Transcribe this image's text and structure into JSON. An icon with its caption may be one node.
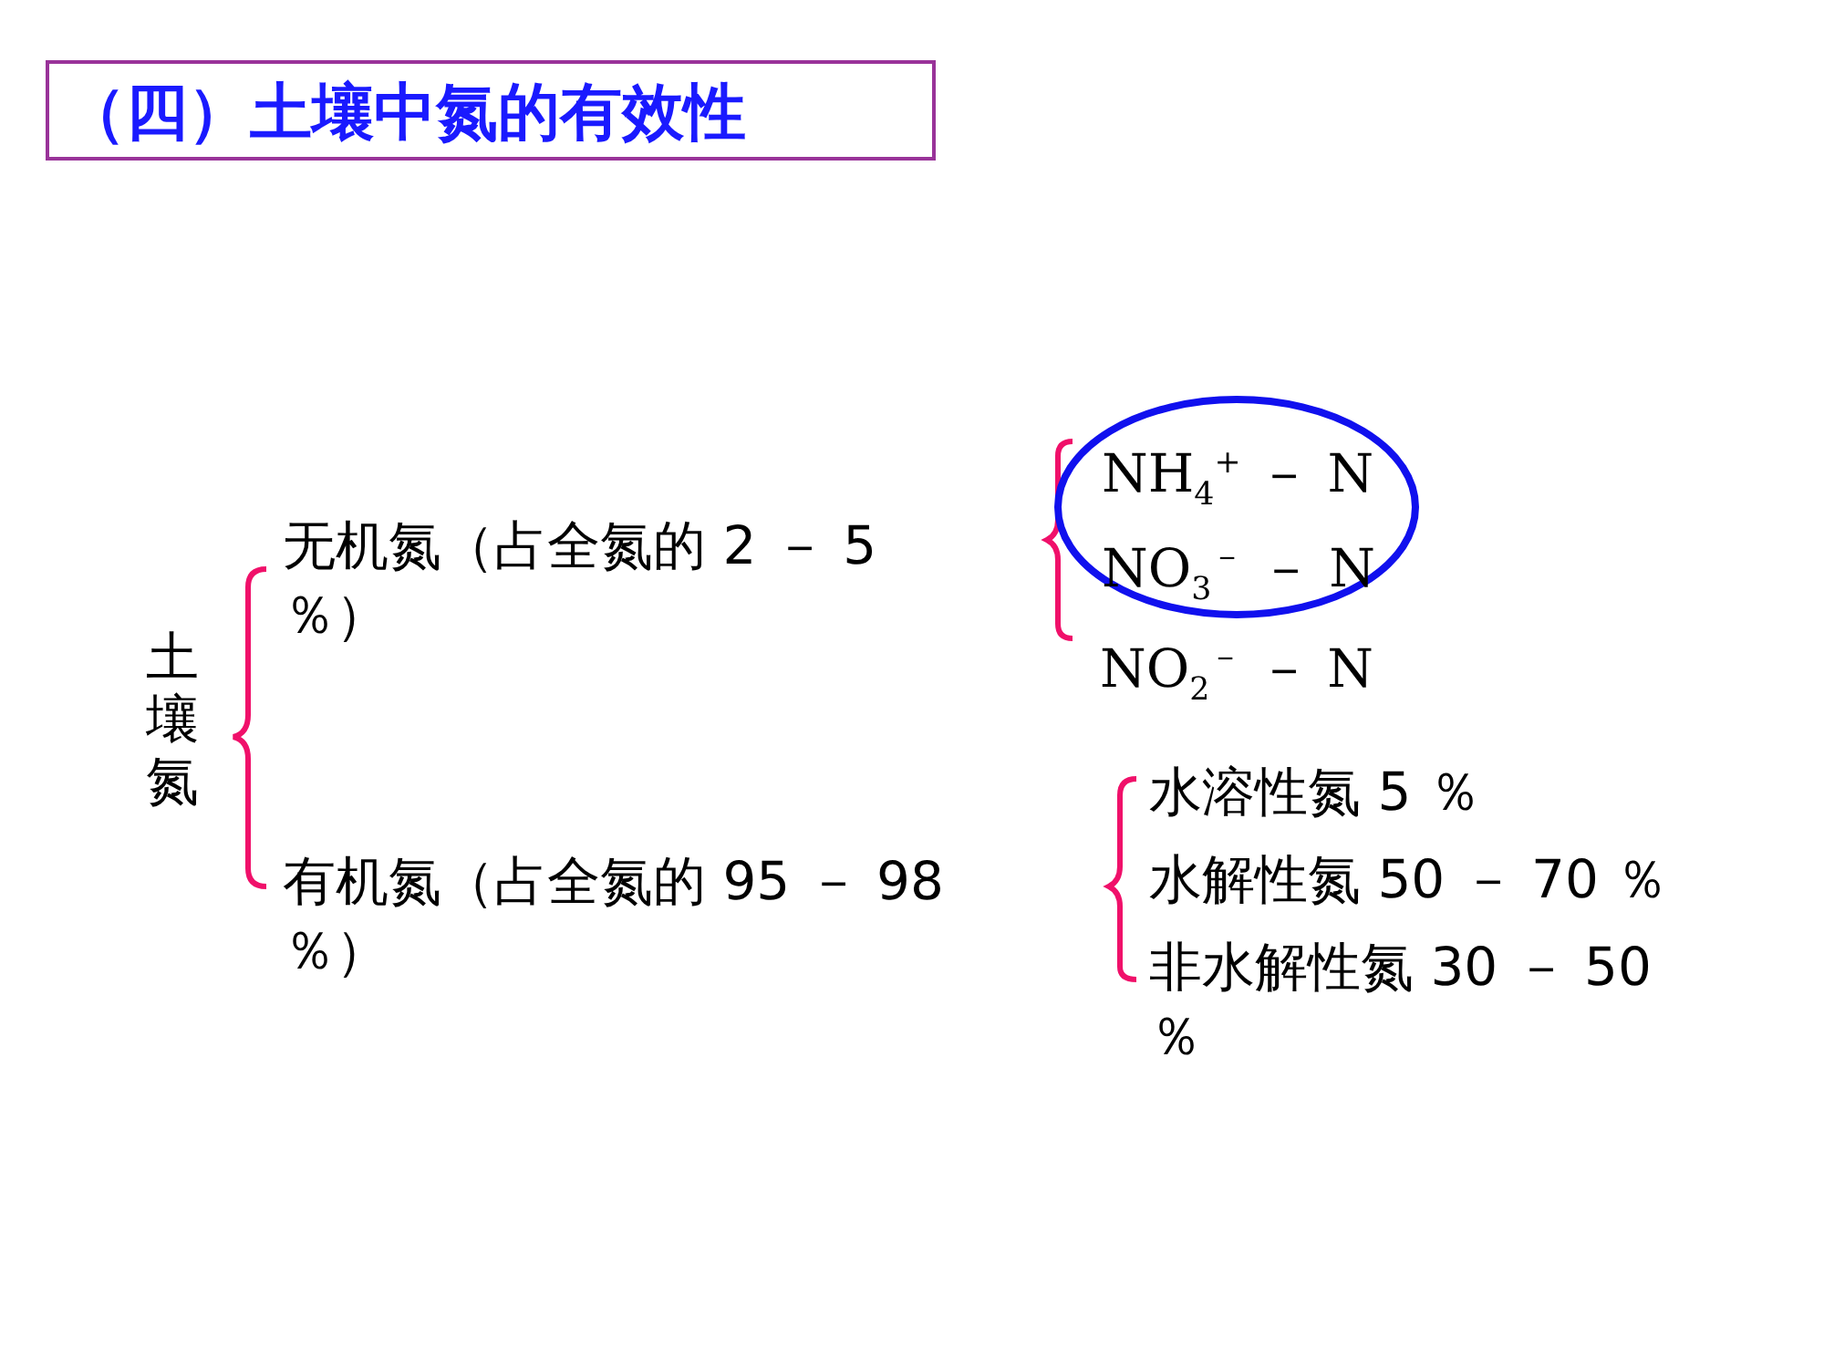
{
  "diagram": {
    "title": "（四）土壤中氮的有效性",
    "nodes": [
      {
        "text": [
          "土壤氮"
        ]
      },
      {
        "text": [
          "无机氮（占全氮的 2 － 5 ％）"
        ]
      },
      {
        "text": [
          "有机氮（占全氮的 95 － 98 ％）"
        ]
      },
      {
        "text": [],
        "shape": "circle"
      },
      {
        "text": [
          "NH$_{4}$$^{+}$ － N"
        ],
        "in": 3
      },
      {
        "text": [
          "NO$_{3}$$^{－}$ － N"
        ],
        "in": 3
      },
      {
        "text": [
          "NO$_{2}$$^{－}$ － N"
        ]
      },
      {
        "text": [
          "水溶性氮 5 ％"
        ]
      },
      {
        "text": [
          "水解性氮 50 － 70 ％"
        ]
      },
      {
        "text": [
          "非水解性氮 30 － 50 ％"
        ]
      }
    ]
  }
}
